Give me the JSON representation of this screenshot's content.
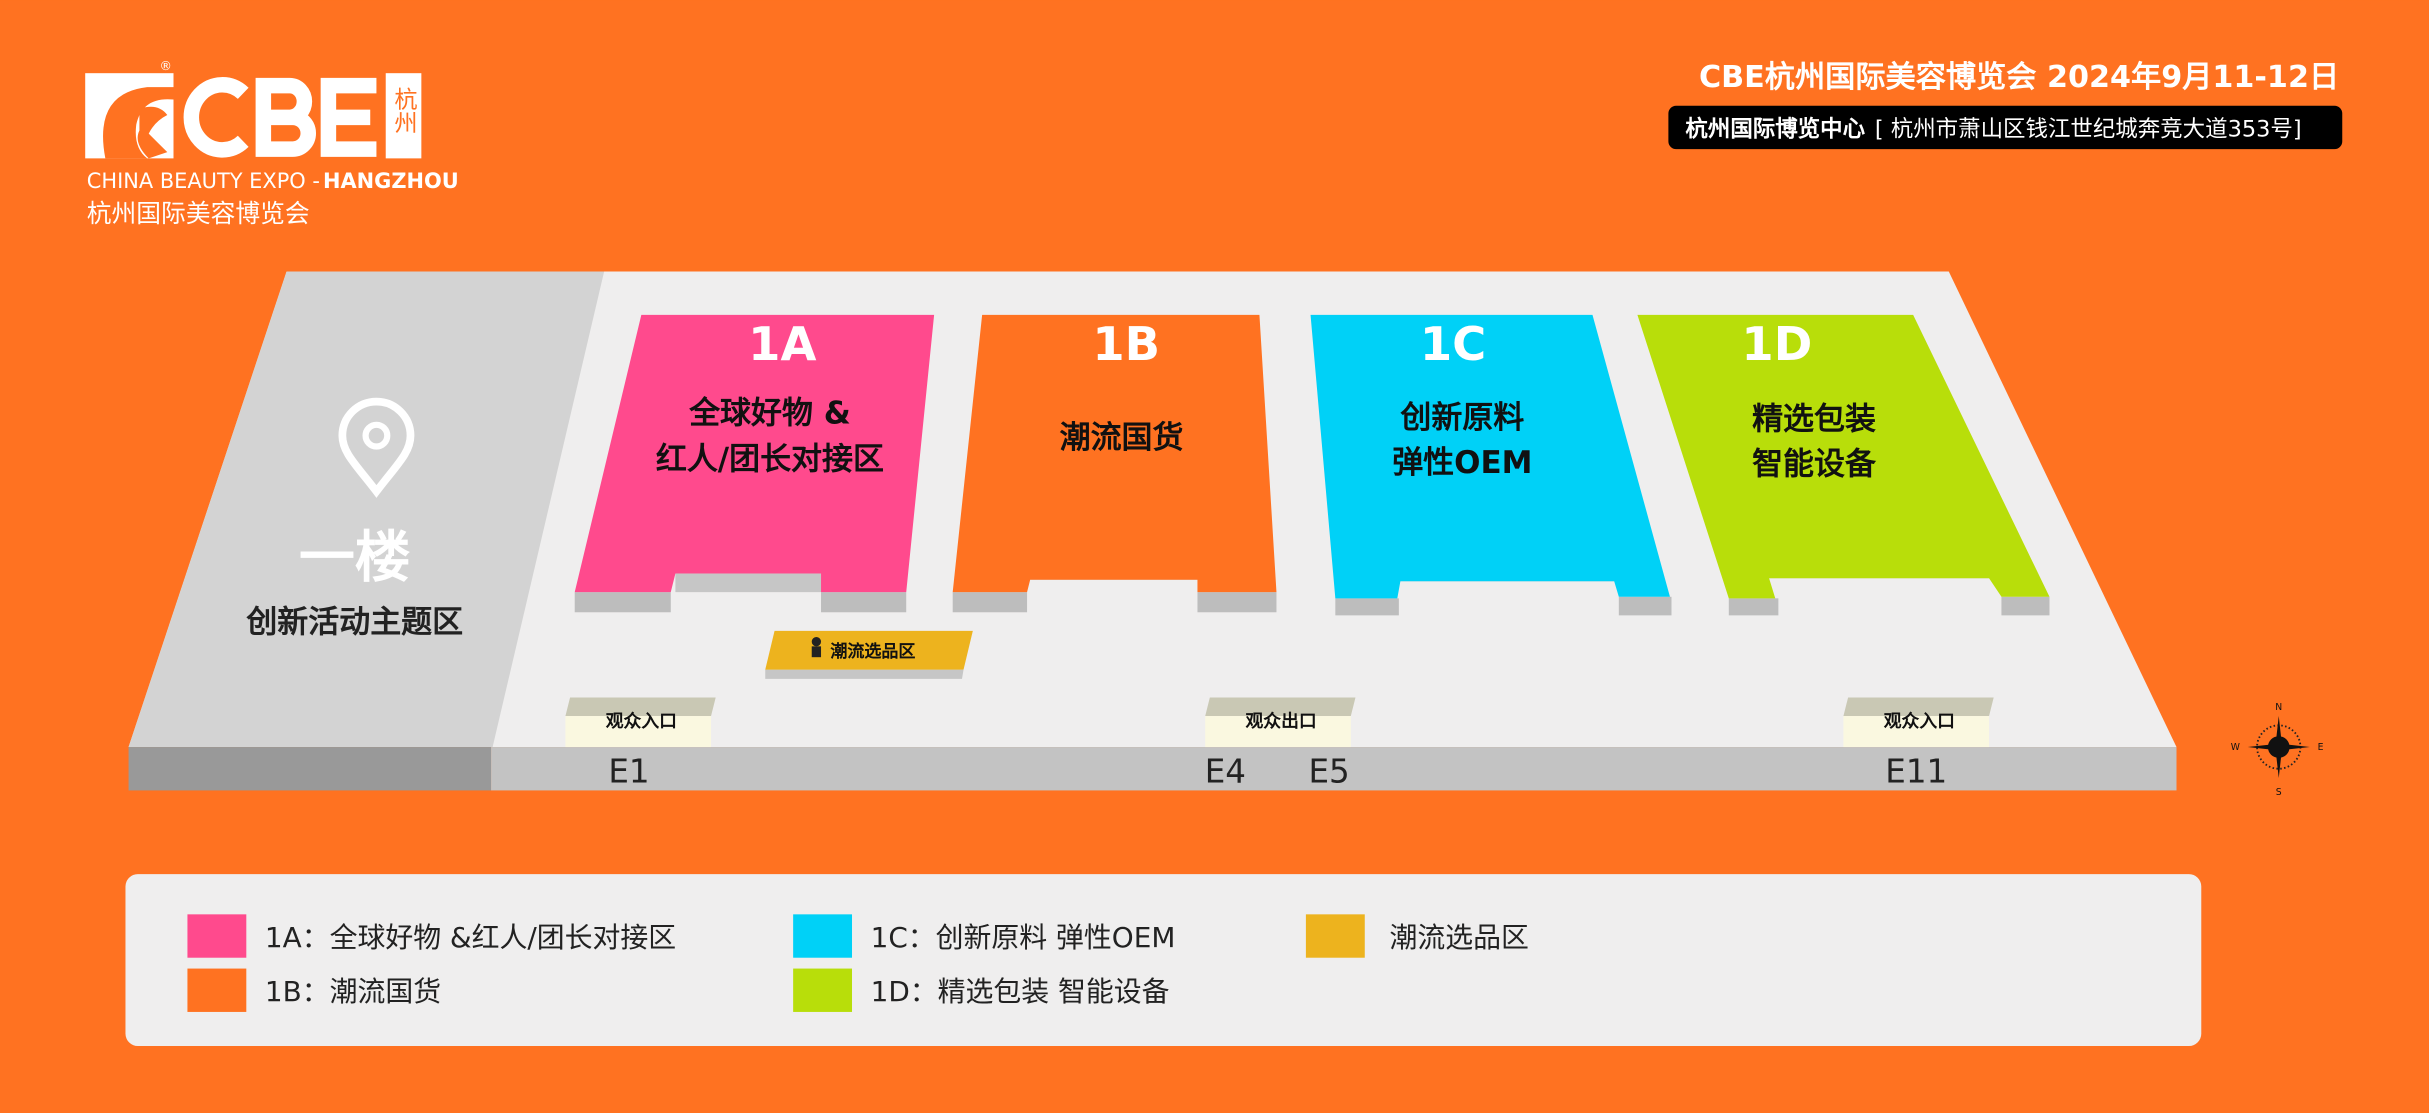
{
  "colors": {
    "background": "#FF7221",
    "hall_1a": "#FF4A8D",
    "hall_1b": "#FF7221",
    "hall_1c": "#00D1F7",
    "hall_1d": "#B8DE0A",
    "trend_zone": "#EDB31E",
    "floor": "#EFEEEE",
    "side_zone": "#D3D3D3"
  },
  "logo": {
    "mark": "CBE",
    "registered": "®",
    "city": "杭州",
    "english_prefix": "CHINA BEAUTY EXPO - ",
    "english_city": "HANGZHOU",
    "chinese": "杭州国际美容博览会"
  },
  "header": {
    "title": "CBE杭州国际美容博览会 2024年9月11-12日",
    "venue": "杭州国际博览中心",
    "address": "[ 杭州市萧山区钱江世纪城奔竞大道353号]"
  },
  "floor": {
    "name": "一楼",
    "zone": "创新活动主题区",
    "icon": "location-pin-icon"
  },
  "halls": [
    {
      "code": "1A",
      "line1": "全球好物 &",
      "line2": "红人/团长对接区"
    },
    {
      "code": "1B",
      "line1": "潮流国货",
      "line2": ""
    },
    {
      "code": "1C",
      "line1": "创新原料",
      "line2": "弹性OEM"
    },
    {
      "code": "1D",
      "line1": "精选包装",
      "line2": "智能设备"
    }
  ],
  "trend_zone": {
    "label": "潮流选品区",
    "icon": "trend-person-icon"
  },
  "gates": [
    {
      "label": "观众入口",
      "entrances": "E1"
    },
    {
      "label": "观众出口",
      "entrances": "E4"
    },
    {
      "label": "",
      "entrances": "E5"
    },
    {
      "label": "观众入口",
      "entrances": "E11"
    }
  ],
  "compass": {
    "n": "N",
    "s": "S",
    "e": "E",
    "w": "W"
  },
  "legend": [
    {
      "label": "1A：全球好物 &红人/团长对接区",
      "color": "#FF4A8D"
    },
    {
      "label": "1B：潮流国货",
      "color": "#FF7221"
    },
    {
      "label": "1C：创新原料 弹性OEM",
      "color": "#00D1F7"
    },
    {
      "label": "1D：精选包装 智能设备",
      "color": "#B8DE0A"
    },
    {
      "label": "潮流选品区",
      "color": "#EDB31E"
    }
  ]
}
